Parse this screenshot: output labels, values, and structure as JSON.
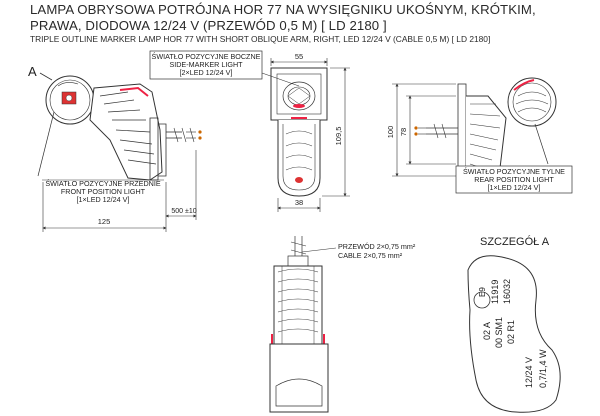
{
  "header": {
    "title": "LAMPA OBRYSOWA POTRÓJNA HOR 77 NA WYSIĘGNIKU UKOŚNYM, KRÓTKIM, PRAWA, DIODOWA 12/24 V (PRZEWÓD 0,5 M) [ LD 2180 ]",
    "subtitle": "TRIPLE OUTLINE MARKER LAMP HOR 77 WITH SHORT OBLIQUE ARM, RIGHT, LED 12/24 V (CABLE 0,5 M) [ LD 2180]"
  },
  "side_view": {
    "marker_label": "A",
    "front_light": [
      "ŚWIATŁO POZYCYJNE PRZEDNIE",
      "FRONT POSITION LIGHT",
      "[1×LED 12/24 V]"
    ],
    "dim_width": "125",
    "dim_cable": "500 ±10"
  },
  "front_view": {
    "side_light": [
      "ŚWIATŁO POZYCYJNE BOCZNE",
      "SIDE-MARKER LIGHT",
      "[2×LED 12/24 V]"
    ],
    "dim_top": "55",
    "dim_height": "109,5",
    "dim_bottom": "38"
  },
  "rear_view": {
    "dim_outer": "100",
    "dim_inner": "78",
    "rear_light": [
      "ŚWIATŁO POZYCYJNE TYLNE",
      "REAR POSITION LIGHT",
      "[1×LED 12/24 V]"
    ]
  },
  "bottom_view": {
    "cable": [
      "PRZEWÓD 2×0,75 mm²",
      "CABLE 2×0,75 mm²"
    ]
  },
  "detail": {
    "title": "SZCZEGÓŁ A",
    "marks": [
      "E9",
      "11919",
      "16032",
      "02 A",
      "00 SM1",
      "02 R1",
      "12/24 V",
      "0,7/1,4 W"
    ]
  }
}
